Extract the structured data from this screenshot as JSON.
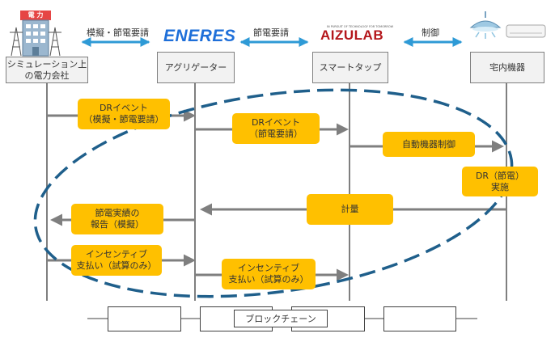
{
  "actors": {
    "power": {
      "label": "シミュレーション上\nの電力会社",
      "sign": "電 力"
    },
    "aggregator": {
      "label": "アグリゲーター",
      "logo": "ENERES"
    },
    "smarttap": {
      "label": "スマートタップ",
      "logo": "AIZULAB",
      "tagline": "IN PURSUIT OF TECHNOLOGY FOR TOMORROW"
    },
    "home": {
      "label": "宅内機器"
    }
  },
  "top_links": {
    "power_aggregator": "模擬・節電要請",
    "aggregator_tap": "節電要請",
    "tap_home": "制御"
  },
  "messages": {
    "dr_event_1": "DRイベント\n（模擬・節電要請）",
    "dr_event_2": "DRイベント\n（節電要請）",
    "auto_control": "自動機器制御",
    "dr_exec": "DR（節電）\n実施",
    "metering": "計量",
    "report": "節電実績の\n報告（模擬）",
    "incentive_1": "インセンティブ\n支払い（試算のみ）",
    "incentive_2": "インセンティブ\n支払い（試算のみ）"
  },
  "blockchain": {
    "label": "ブロックチェーン"
  },
  "colors": {
    "accent_orange": "#ffc000",
    "arrow_gray": "#7f7f7f",
    "link_blue": "#2e9ad6",
    "ellipse_blue": "#1f5f8b",
    "eneres_blue": "#1e6fd9",
    "aizulab_red": "#b4161b"
  }
}
